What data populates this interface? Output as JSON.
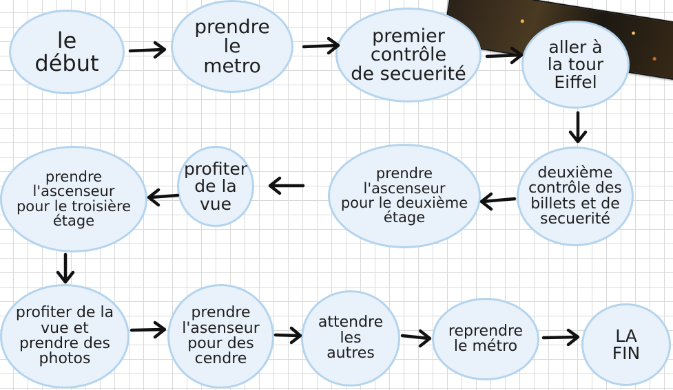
{
  "diagram": {
    "type": "flowchart",
    "node_fill": "#e9f2fb",
    "node_border": "#b4d4ee",
    "arrow_color": "#111111",
    "nodes": [
      {
        "id": "n1",
        "label": "le\ndébut"
      },
      {
        "id": "n2",
        "label": "prendre\nle\nmetro"
      },
      {
        "id": "n3",
        "label": "premier\ncontrôle\nde secuerité"
      },
      {
        "id": "n4",
        "label": "aller à\nla tour\nEiffel"
      },
      {
        "id": "n5",
        "label": "deuxième\ncontrôle des\nbillets et de\nsecuerité"
      },
      {
        "id": "n6",
        "label": "prendre\nl'ascenseur\npour le deuxième\nétage"
      },
      {
        "id": "n7",
        "label": "profiter\nde la\nvue"
      },
      {
        "id": "n8",
        "label": "prendre\nl'ascenseur\npour le troisière\nétage"
      },
      {
        "id": "n9",
        "label": "profiter de la\nvue et\nprendre des\nphotos"
      },
      {
        "id": "n10",
        "label": "prendre\nl'asenseur\npour des\ncendre"
      },
      {
        "id": "n11",
        "label": "attendre\nles\nautres"
      },
      {
        "id": "n12",
        "label": "reprendre\nle métro"
      },
      {
        "id": "n13",
        "label": "LA\nFIN"
      }
    ],
    "edges": [
      {
        "from": "n1",
        "to": "n2"
      },
      {
        "from": "n2",
        "to": "n3"
      },
      {
        "from": "n3",
        "to": "n4"
      },
      {
        "from": "n4",
        "to": "n5"
      },
      {
        "from": "n5",
        "to": "n6"
      },
      {
        "from": "n6",
        "to": "n7"
      },
      {
        "from": "n7",
        "to": "n8"
      },
      {
        "from": "n8",
        "to": "n9"
      },
      {
        "from": "n9",
        "to": "n10"
      },
      {
        "from": "n10",
        "to": "n11"
      },
      {
        "from": "n11",
        "to": "n12"
      },
      {
        "from": "n12",
        "to": "n13"
      }
    ]
  }
}
